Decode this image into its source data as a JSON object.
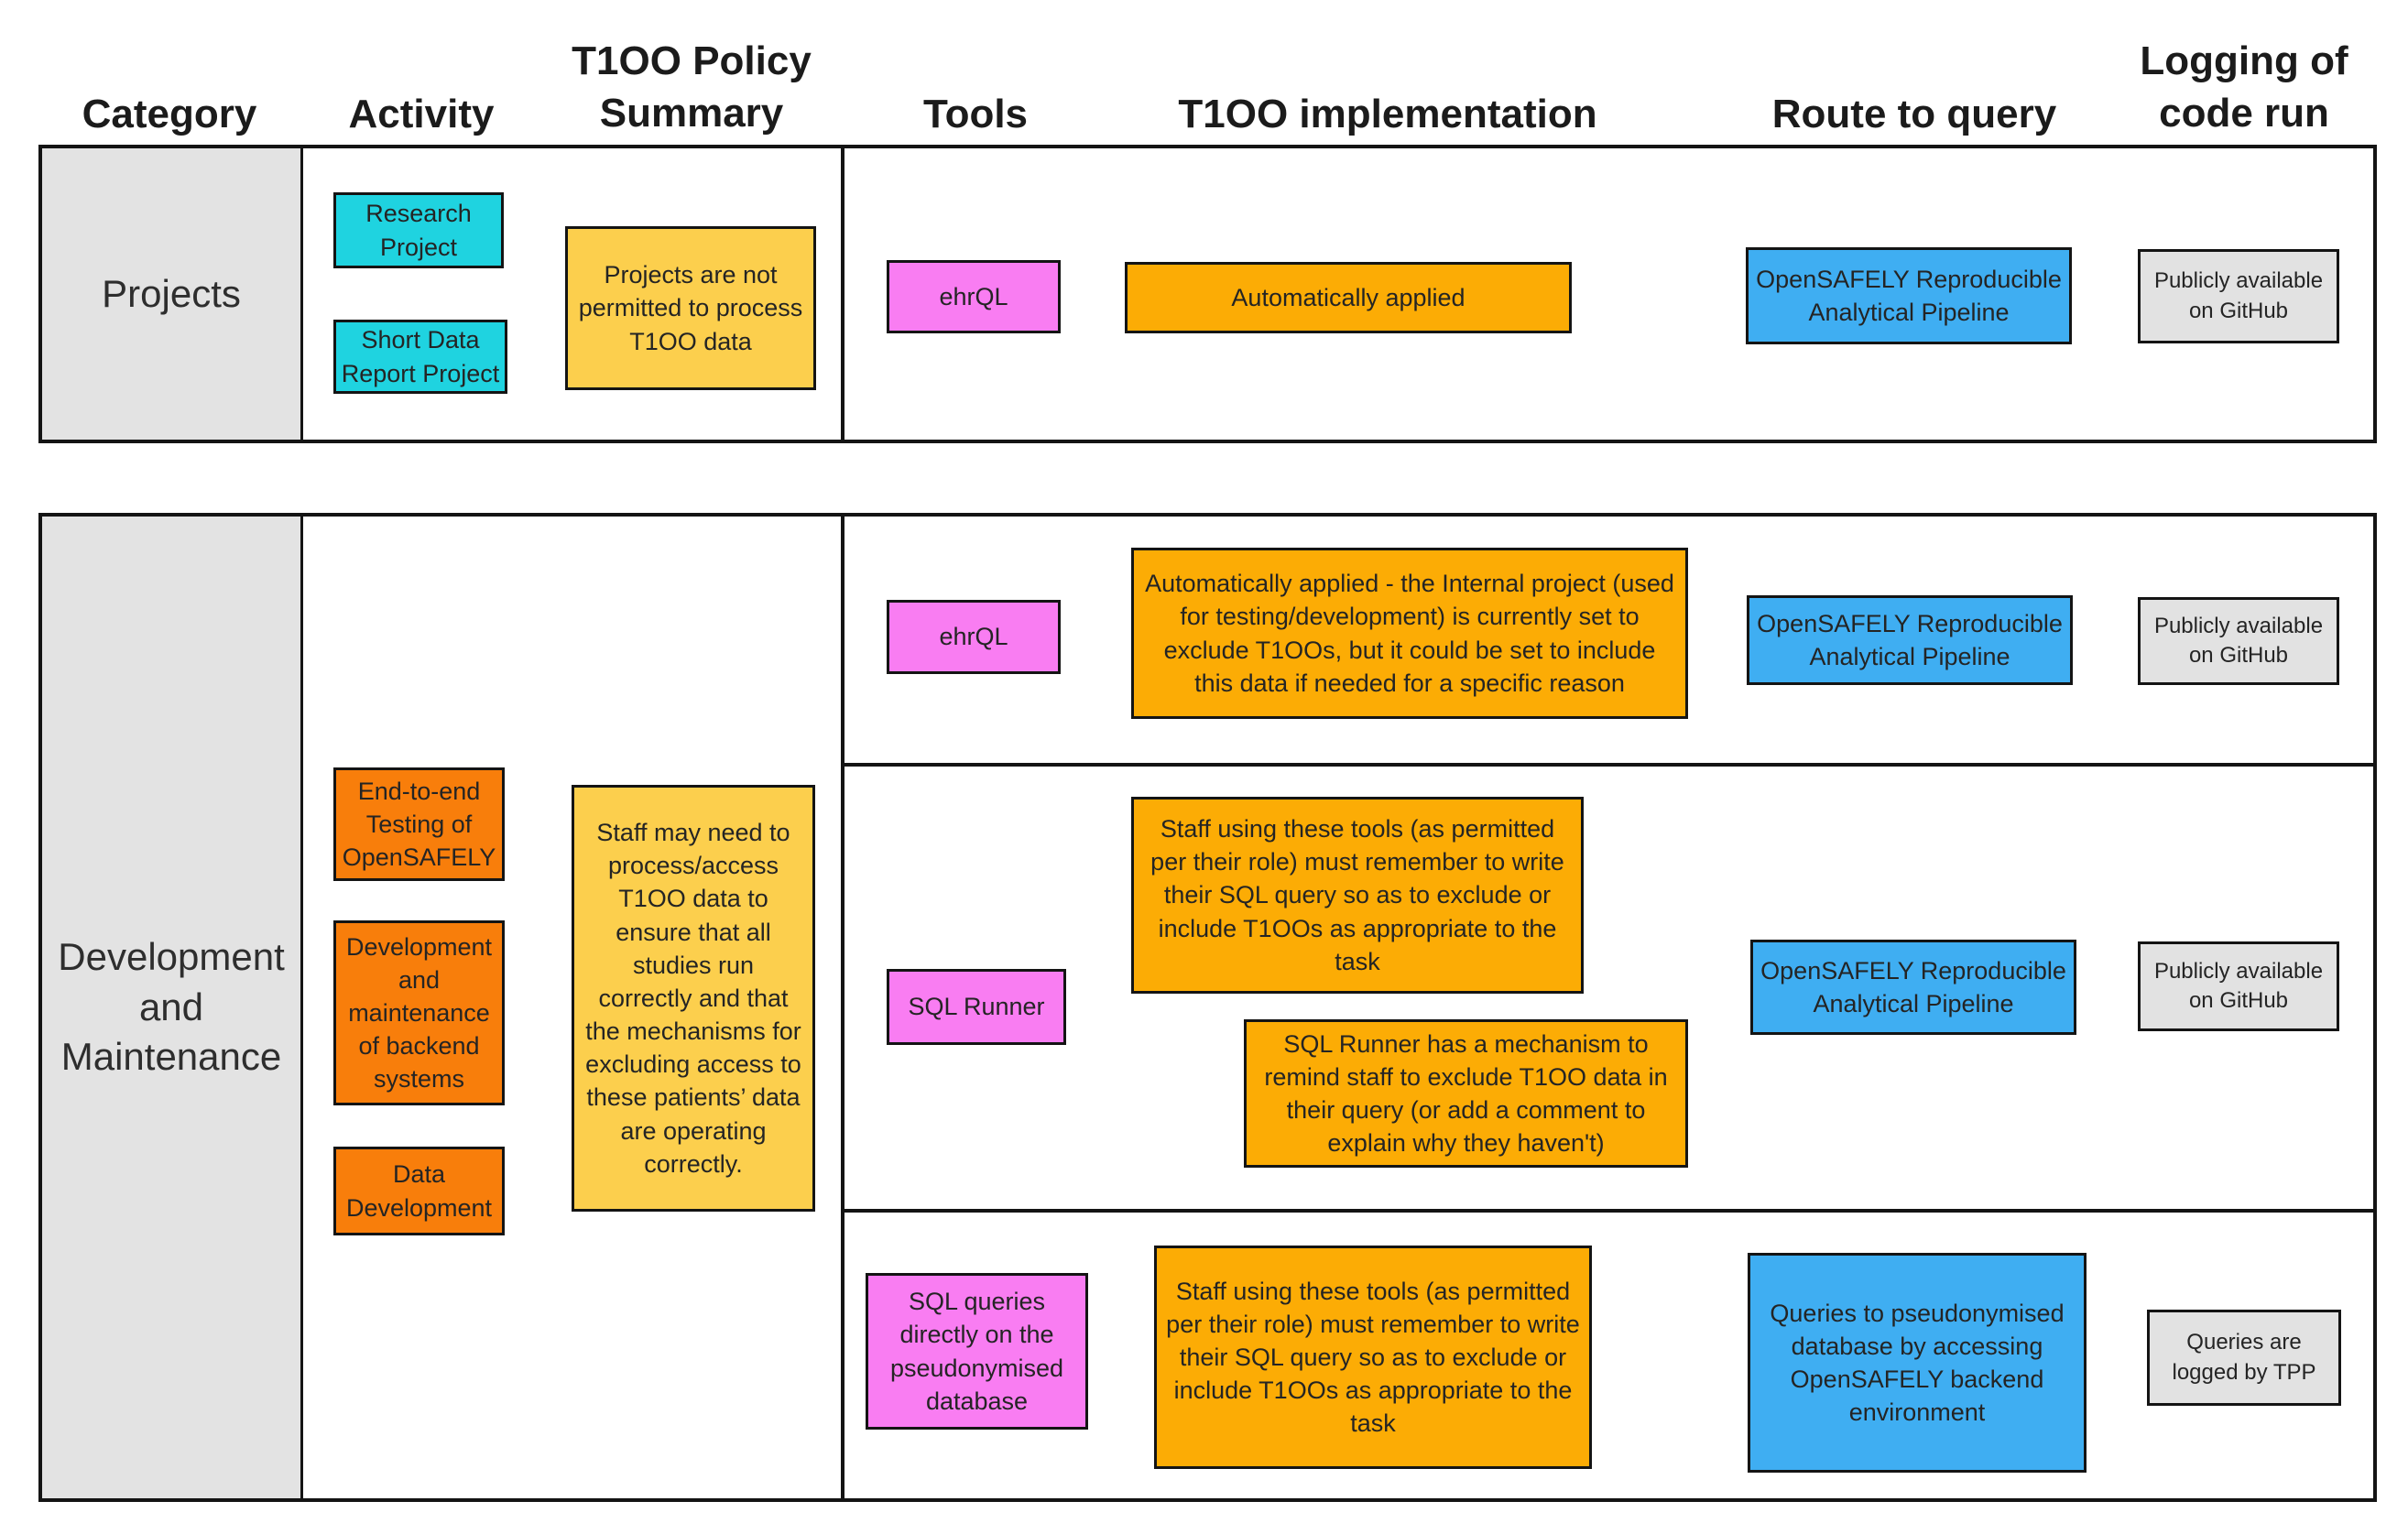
{
  "palette": {
    "cyan": "#1FD3E0",
    "yellow": "#FCCF4D",
    "amber": "#FCAC05",
    "orange": "#F87E0B",
    "pink": "#F97DF2",
    "blue": "#3FAEF2",
    "gray_box": "#E2E2E2",
    "category_bg": "#E3E3E3",
    "border": "#141414"
  },
  "headers": {
    "category": "Category",
    "activity": "Activity",
    "policy_lines": [
      "T1OO Policy",
      "Summary"
    ],
    "tools": "Tools",
    "implementation": "T1OO implementation",
    "route": "Route to query",
    "logging_lines": [
      "Logging of",
      "code run"
    ]
  },
  "projects": {
    "category": "Projects",
    "activity_research_lines": [
      "Research",
      "Project"
    ],
    "activity_short_report_lines": [
      "Short Data",
      "Report Project"
    ],
    "policy_summary": "Projects are not permitted to process T1OO data",
    "tool": "ehrQL",
    "implementation": "Automatically applied",
    "route_lines": [
      "OpenSAFELY Reproducible",
      "Analytical Pipeline"
    ],
    "logging_lines": [
      "Publicly available",
      "on GitHub"
    ]
  },
  "development": {
    "category_lines": [
      "Development",
      "and",
      "Maintenance"
    ],
    "activity_e2e_lines": [
      "End-to-end",
      "Testing of",
      "OpenSAFELY"
    ],
    "activity_backend_lines": [
      "Development",
      "and",
      "maintenance",
      "of backend",
      "systems"
    ],
    "activity_data_lines": [
      "Data",
      "Development"
    ],
    "policy_summary": "Staff may need to process/access T1OO data to ensure that all studies run correctly and that the mechanisms for excluding access to these patients’ data are operating correctly.",
    "rows": {
      "ehrql": {
        "tool": "ehrQL",
        "implementation": "Automatically applied - the Internal project (used for testing/development) is currently set to exclude T1OOs, but it could be set to include this data if needed for a specific reason",
        "route_lines": [
          "OpenSAFELY Reproducible",
          "Analytical Pipeline"
        ],
        "logging_lines": [
          "Publicly available",
          "on GitHub"
        ]
      },
      "sql_runner": {
        "tool": "SQL Runner",
        "implementation_main": "Staff using these tools (as permitted per their role) must remember to write their SQL query so as to exclude or include T1OOs as appropriate to the task",
        "implementation_note": "SQL Runner has a mechanism to remind staff to exclude T1OO data in their query (or add a comment to explain why they haven't)",
        "route_lines": [
          "OpenSAFELY Reproducible",
          "Analytical Pipeline"
        ],
        "logging_lines": [
          "Publicly available",
          "on GitHub"
        ]
      },
      "sql_direct": {
        "tool_lines": [
          "SQL queries",
          "directly on the",
          "pseudonymised",
          "database"
        ],
        "implementation": "Staff using these tools (as permitted per their role) must remember to write their SQL query so as to exclude or include T1OOs as appropriate to the task",
        "route_lines": [
          "Queries to pseudonymised",
          "database by accessing",
          "OpenSAFELY backend",
          "environment"
        ],
        "logging_lines": [
          "Queries are",
          "logged by TPP"
        ]
      }
    }
  }
}
